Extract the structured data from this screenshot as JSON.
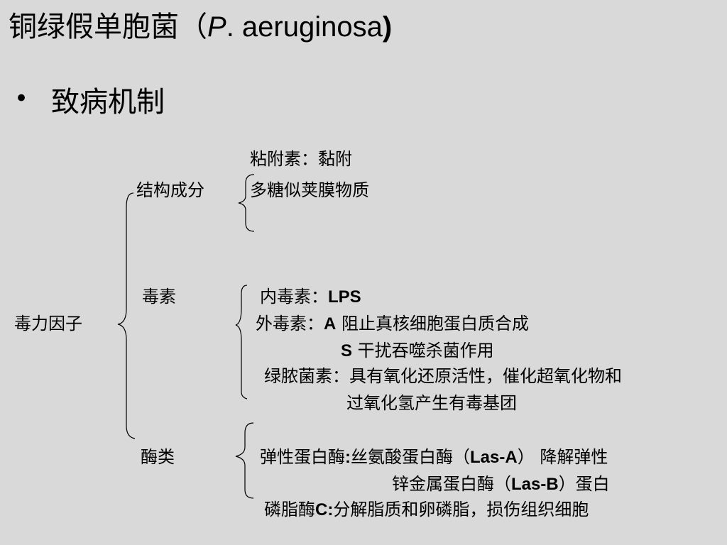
{
  "title": {
    "cn": "铜绿假单胞菌（",
    "genus": "P",
    "dot": ". aeruginosa",
    "close": ")"
  },
  "bullet": {
    "symbol": "•",
    "text": "致病机制"
  },
  "diagram": {
    "root": "毒力因子",
    "structural": {
      "label": "结构成分",
      "items": [
        "粘附素：黏附",
        "多糖似荚膜物质"
      ]
    },
    "toxins": {
      "label": "毒素",
      "endotoxin": {
        "prefix": "内毒素：",
        "bold": "LPS"
      },
      "exotoxin_a": {
        "prefix": "外毒素：",
        "bold": "A",
        "text": " 阻止真核细胞蛋白质合成"
      },
      "exotoxin_s": {
        "bold": "S",
        "text": " 干扰吞噬杀菌作用"
      },
      "pyocyanin_1": "绿脓菌素：具有氧化还原活性，催化超氧化物和",
      "pyocyanin_2": "过氧化氢产生有毒基团"
    },
    "enzymes": {
      "label": "酶类",
      "elastase_1": {
        "prefix": "弹性蛋白酶",
        "b1": ":",
        "mid": "丝氨酸蛋白酶（",
        "b2": "Las-A",
        "end": "） 降解弹性"
      },
      "elastase_2": {
        "prefix": "锌金属蛋白酶（",
        "b1": "Las-B",
        "end": "）蛋白"
      },
      "phospholipase": {
        "prefix": "磷脂酶",
        "b1": "C:",
        "end": "分解脂质和卵磷脂，损伤组织细胞"
      }
    }
  }
}
